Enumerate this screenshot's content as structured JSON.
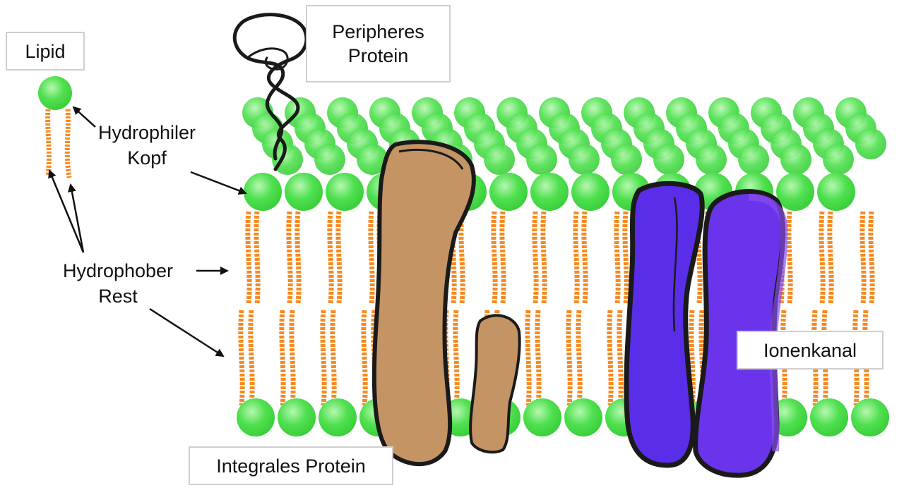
{
  "labels": {
    "lipid": "Lipid",
    "peripheral_protein": [
      "Peripheres",
      "Protein"
    ],
    "hydrophilic_head": [
      "Hydrophiler",
      "Kopf"
    ],
    "hydrophobic_tail": [
      "Hydrophober",
      "Rest"
    ],
    "integral_protein": "Integrales Protein",
    "ion_channel": "Ionenkanal"
  },
  "colors": {
    "head": "#4fe04f",
    "head_highlight": "#b6f7b0",
    "tail": "#f7891f",
    "integral_protein": "#c49464",
    "ion_channel": "#5a2ee8",
    "ion_channel_light": "#8a4df0",
    "outline": "#1a1a1a",
    "label_border": "#cfcfcf"
  }
}
